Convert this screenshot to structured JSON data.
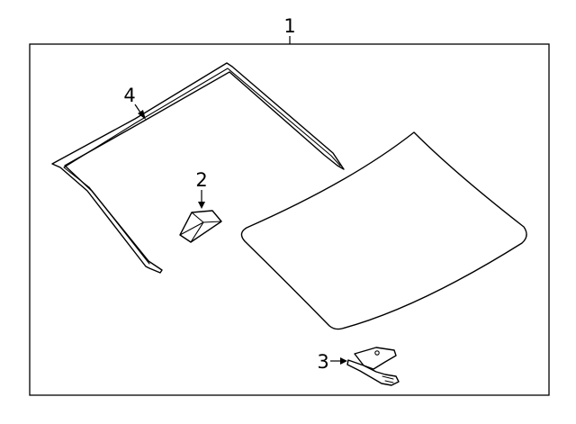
{
  "diagram": {
    "callouts": {
      "assembly": "1",
      "sensor_bracket": "2",
      "clip": "3",
      "molding": "4"
    },
    "colors": {
      "line": "#000000",
      "background": "#ffffff"
    }
  }
}
